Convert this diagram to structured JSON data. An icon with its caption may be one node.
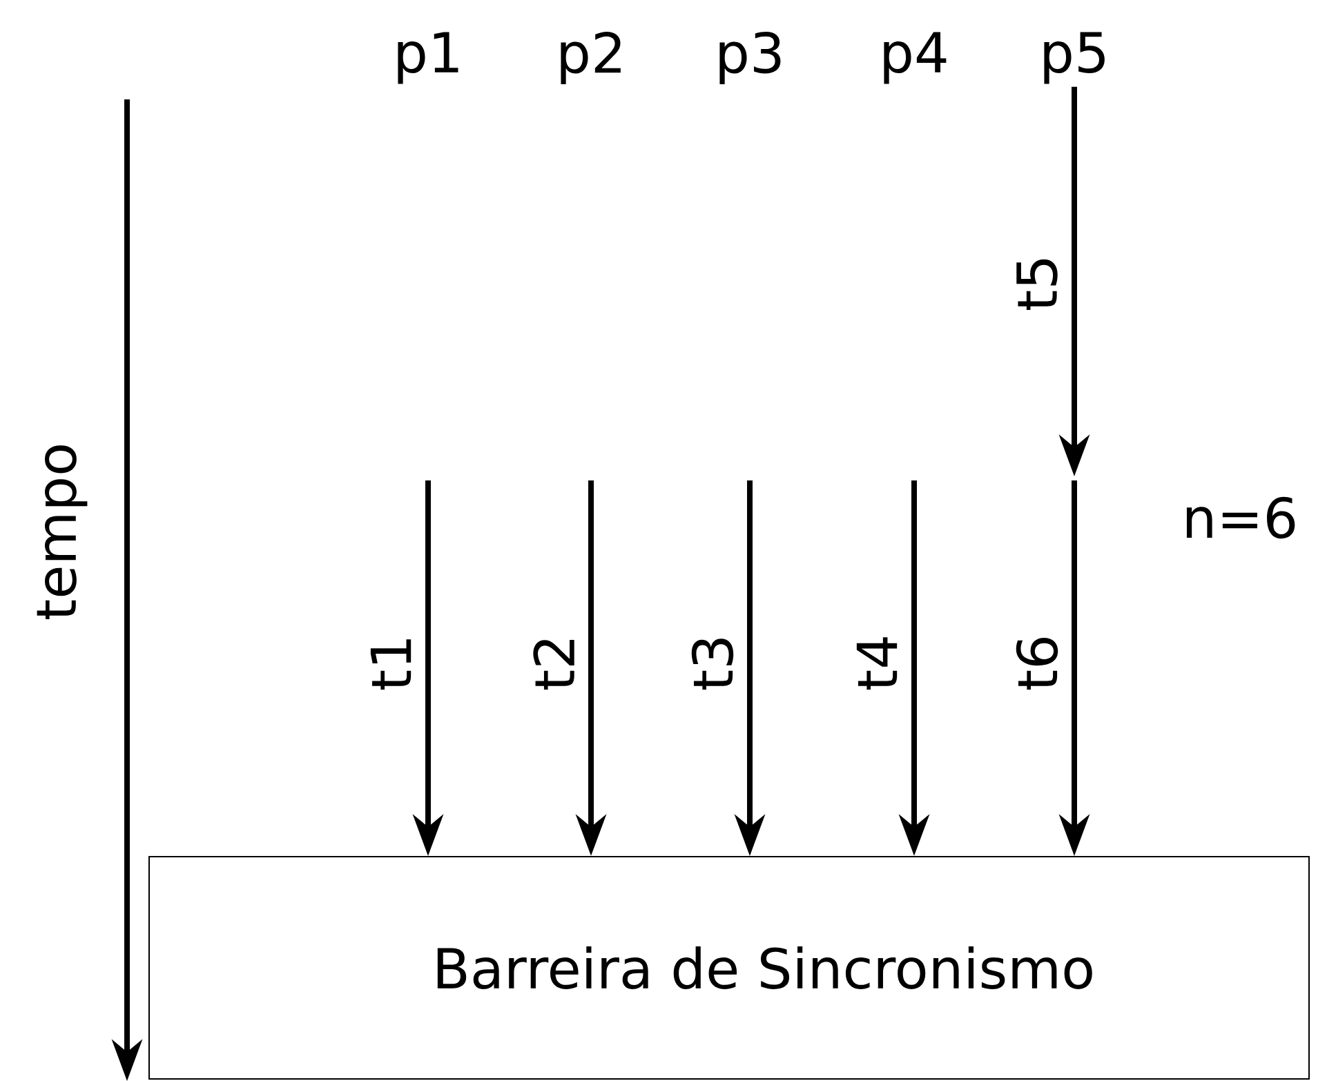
{
  "diagram": {
    "nodes": [
      {
        "text": [
          "p1"
        ]
      },
      {
        "text": [
          "p2"
        ]
      },
      {
        "text": [
          "p3"
        ]
      },
      {
        "text": [
          "p4"
        ]
      },
      {
        "text": [
          "p5"
        ]
      },
      {
        "text": [
          "Barreira de Sincronismo"
        ]
      }
    ],
    "edges": [
      {
        "from": null,
        "to": 5,
        "arrow": "to",
        "label": "t1"
      },
      {
        "from": null,
        "to": 5,
        "arrow": "to",
        "label": "t2"
      },
      {
        "from": null,
        "to": 5,
        "arrow": "to",
        "label": "t3"
      },
      {
        "from": null,
        "to": 5,
        "arrow": "to",
        "label": "t4"
      },
      {
        "from": 4,
        "to": null,
        "arrow": "to",
        "label": "t5"
      },
      {
        "from": null,
        "to": 5,
        "arrow": "to",
        "label": "t6"
      }
    ],
    "labels": [
      "tempo",
      "n=6"
    ]
  }
}
